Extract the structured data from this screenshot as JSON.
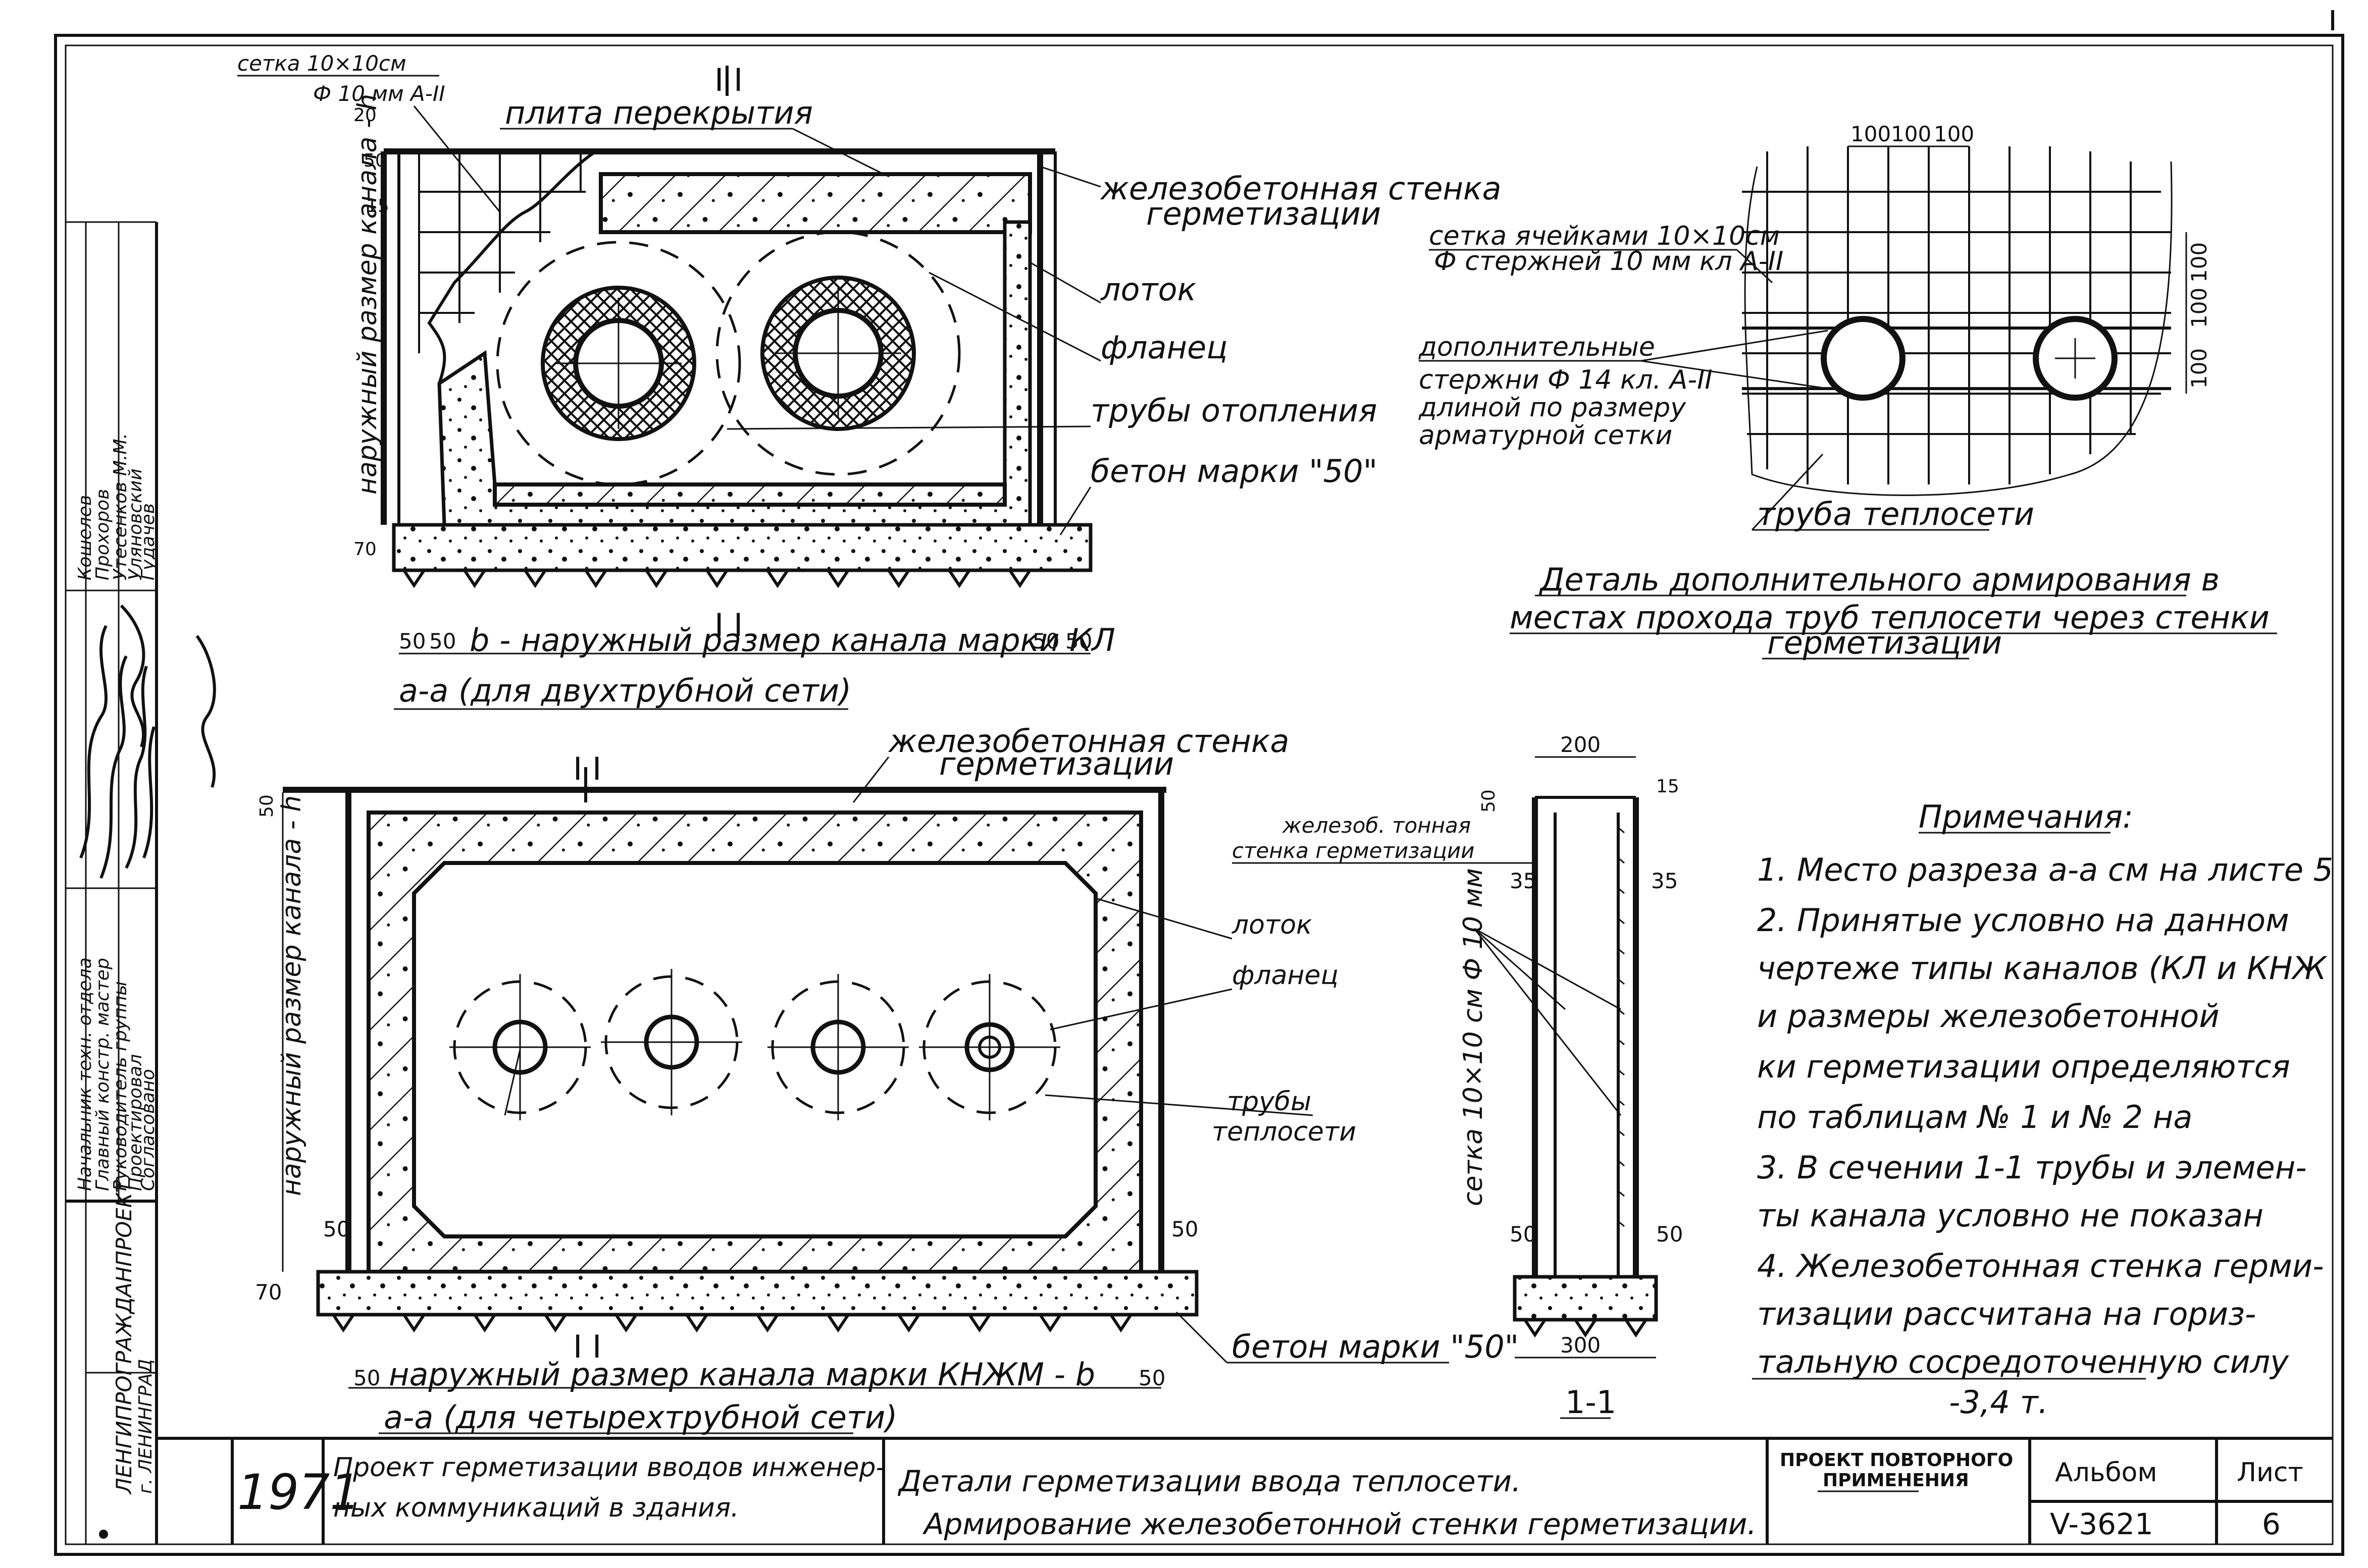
{
  "section_top": {
    "mesh_label_1": "сетка 10×10см",
    "mesh_label_2": "Ф 10 мм А-II",
    "dim_20": "20",
    "dim_50": "50",
    "dim_15": "15",
    "dim_70": "70",
    "slab_label": "плита перекрытия",
    "wall_label_1": "железобетонная стенка",
    "wall_label_2": "герметизации",
    "tray_label": "лоток",
    "flange_label": "фланец",
    "pipes_label": "трубы отопления",
    "concrete_label": "бетон марки \"50\"",
    "height_label": "наружный размер канала - h",
    "section_mark": "I I",
    "width_label": "b - наружный размер канала марки КЛ",
    "caption": "а-а (для двухтрубной сети)"
  },
  "detail": {
    "dim_100a": "100",
    "dim_100b": "100",
    "dim_100c": "100",
    "dim_v1": "100",
    "dim_v2": "100",
    "dim_v3": "100",
    "mesh_label_1": "сетка ячейками 10×10см",
    "mesh_label_2": "Ф стержней 10 мм кл А-II",
    "bars_label_1": "дополнительные",
    "bars_label_2": "стержни Ф 14 кл. А-II",
    "bars_label_3": "длиной по размеру",
    "bars_label_4": "арматурной сетки",
    "pipe_label": "труба теплосети",
    "caption_1": "Деталь дополнительного армирования в",
    "caption_2": "местах прохода труб теплосети через стенки",
    "caption_3": "герметизации"
  },
  "section_bottom": {
    "wall_label_1": "железобетонная стенка",
    "wall_label_2": "герметизации",
    "tray_label": "лоток",
    "flange_label": "фланец",
    "pipes_label_1": "трубы",
    "pipes_label_2": "теплосети",
    "height_label": "наружный размер канала - h",
    "dim_50": "50",
    "dim_70": "70",
    "section_mark": "I I",
    "concrete_label": "бетон марки \"50\"",
    "width_label": "наружный размер канала марки КНЖМ - b",
    "caption": "а-а (для четырехтрубной сети)"
  },
  "section_11": {
    "dim_200": "200",
    "dim_300": "300",
    "dim_50": "50",
    "dim_35": "35",
    "dim_15": "15",
    "wall_label_1": "железоб. тонная",
    "wall_label_2": "стенка герметизации",
    "mesh_label": "сетка 10×10 см Ф 10 мм",
    "caption": "1-1"
  },
  "notes": {
    "title": "Примечания:",
    "lines": [
      "1. Место разреза а-а см на листе 5",
      "2. Принятые условно на данном",
      "чертеже типы каналов (КЛ и КНЖ",
      "и размеры железобетонной",
      "ки герметизации определяются",
      "по таблицам № 1 и № 2 на",
      "3. В сечении 1-1 трубы и элемен-",
      "ты канала условно не показан",
      "4. Железобетонная стенка герми-",
      "тизации рассчитана на гориз-",
      "тальную сосредоточенную силу",
      "-3,4 т."
    ]
  },
  "title_block": {
    "org_1": "ЛЕНГИПРОГРАЖДАНПРОЕКТ",
    "org_2": "г. ЛЕНИНГРАД",
    "roles": [
      "Начальник техн. отдела",
      "Главный констр. мастер",
      "Руководитель группы",
      "Проектировал",
      "Согласовано"
    ],
    "names": [
      "Кошелев",
      "Прохоров",
      "Утесенков М.М.",
      "Уляновский",
      "Гудачев"
    ],
    "year": "1971",
    "project_1": "Проект герметизации вводов инженер-",
    "project_2": "ных коммуникаций в здания.",
    "sheet_title_1": "Детали герметизации ввода теплосети.",
    "sheet_title_2": "Армирование железобетонной стенки герметизации.",
    "repeat_label_1": "ПРОЕКТ ПОВТОРНОГО",
    "repeat_label_2": "ПРИМЕНЕНИЯ",
    "album_label": "Альбом",
    "album_value": "V-3621",
    "sheet_label": "Лист",
    "sheet_value": "6"
  }
}
